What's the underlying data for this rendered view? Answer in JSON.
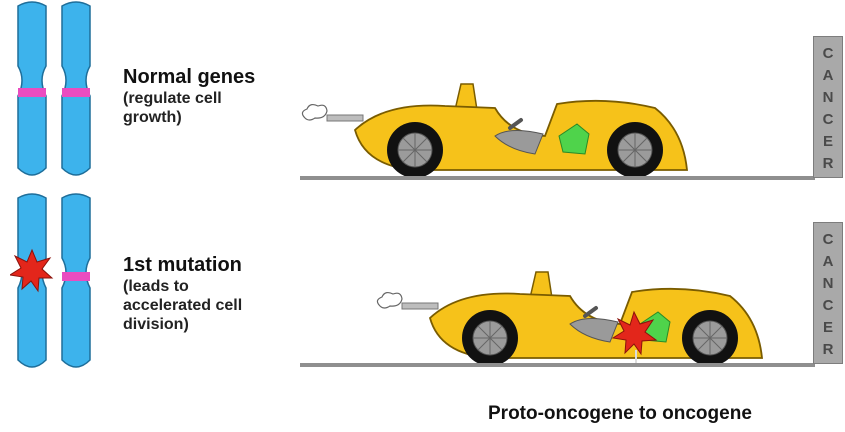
{
  "panels": [
    {
      "title": "Normal genes",
      "description_lines": [
        "(regulate cell",
        "growth)"
      ],
      "wall_text": "C\nA\nN\nC\nE\nR"
    },
    {
      "title": "1st mutation",
      "description_lines": [
        "(leads to",
        "accelerated cell",
        "division)"
      ],
      "wall_text": "C\nA\nN\nC\nE\nR"
    }
  ],
  "caption": "Proto-oncogene to oncogene",
  "colors": {
    "chromosome": "#3db3ec",
    "chromosome_outline": "#1e6e9a",
    "gene_band": "#ea4cc0",
    "car_body": "#f6c21a",
    "car_outline": "#7a5c00",
    "engine": "#4fd34b",
    "mutation_star": "#e3261b",
    "road": "#8f8f8f",
    "wall": "#a9a9a9"
  },
  "icons": [
    "chromosome-icon",
    "race-car-icon",
    "mutation-star-icon",
    "exhaust-puff-icon",
    "cancer-wall-icon"
  ]
}
